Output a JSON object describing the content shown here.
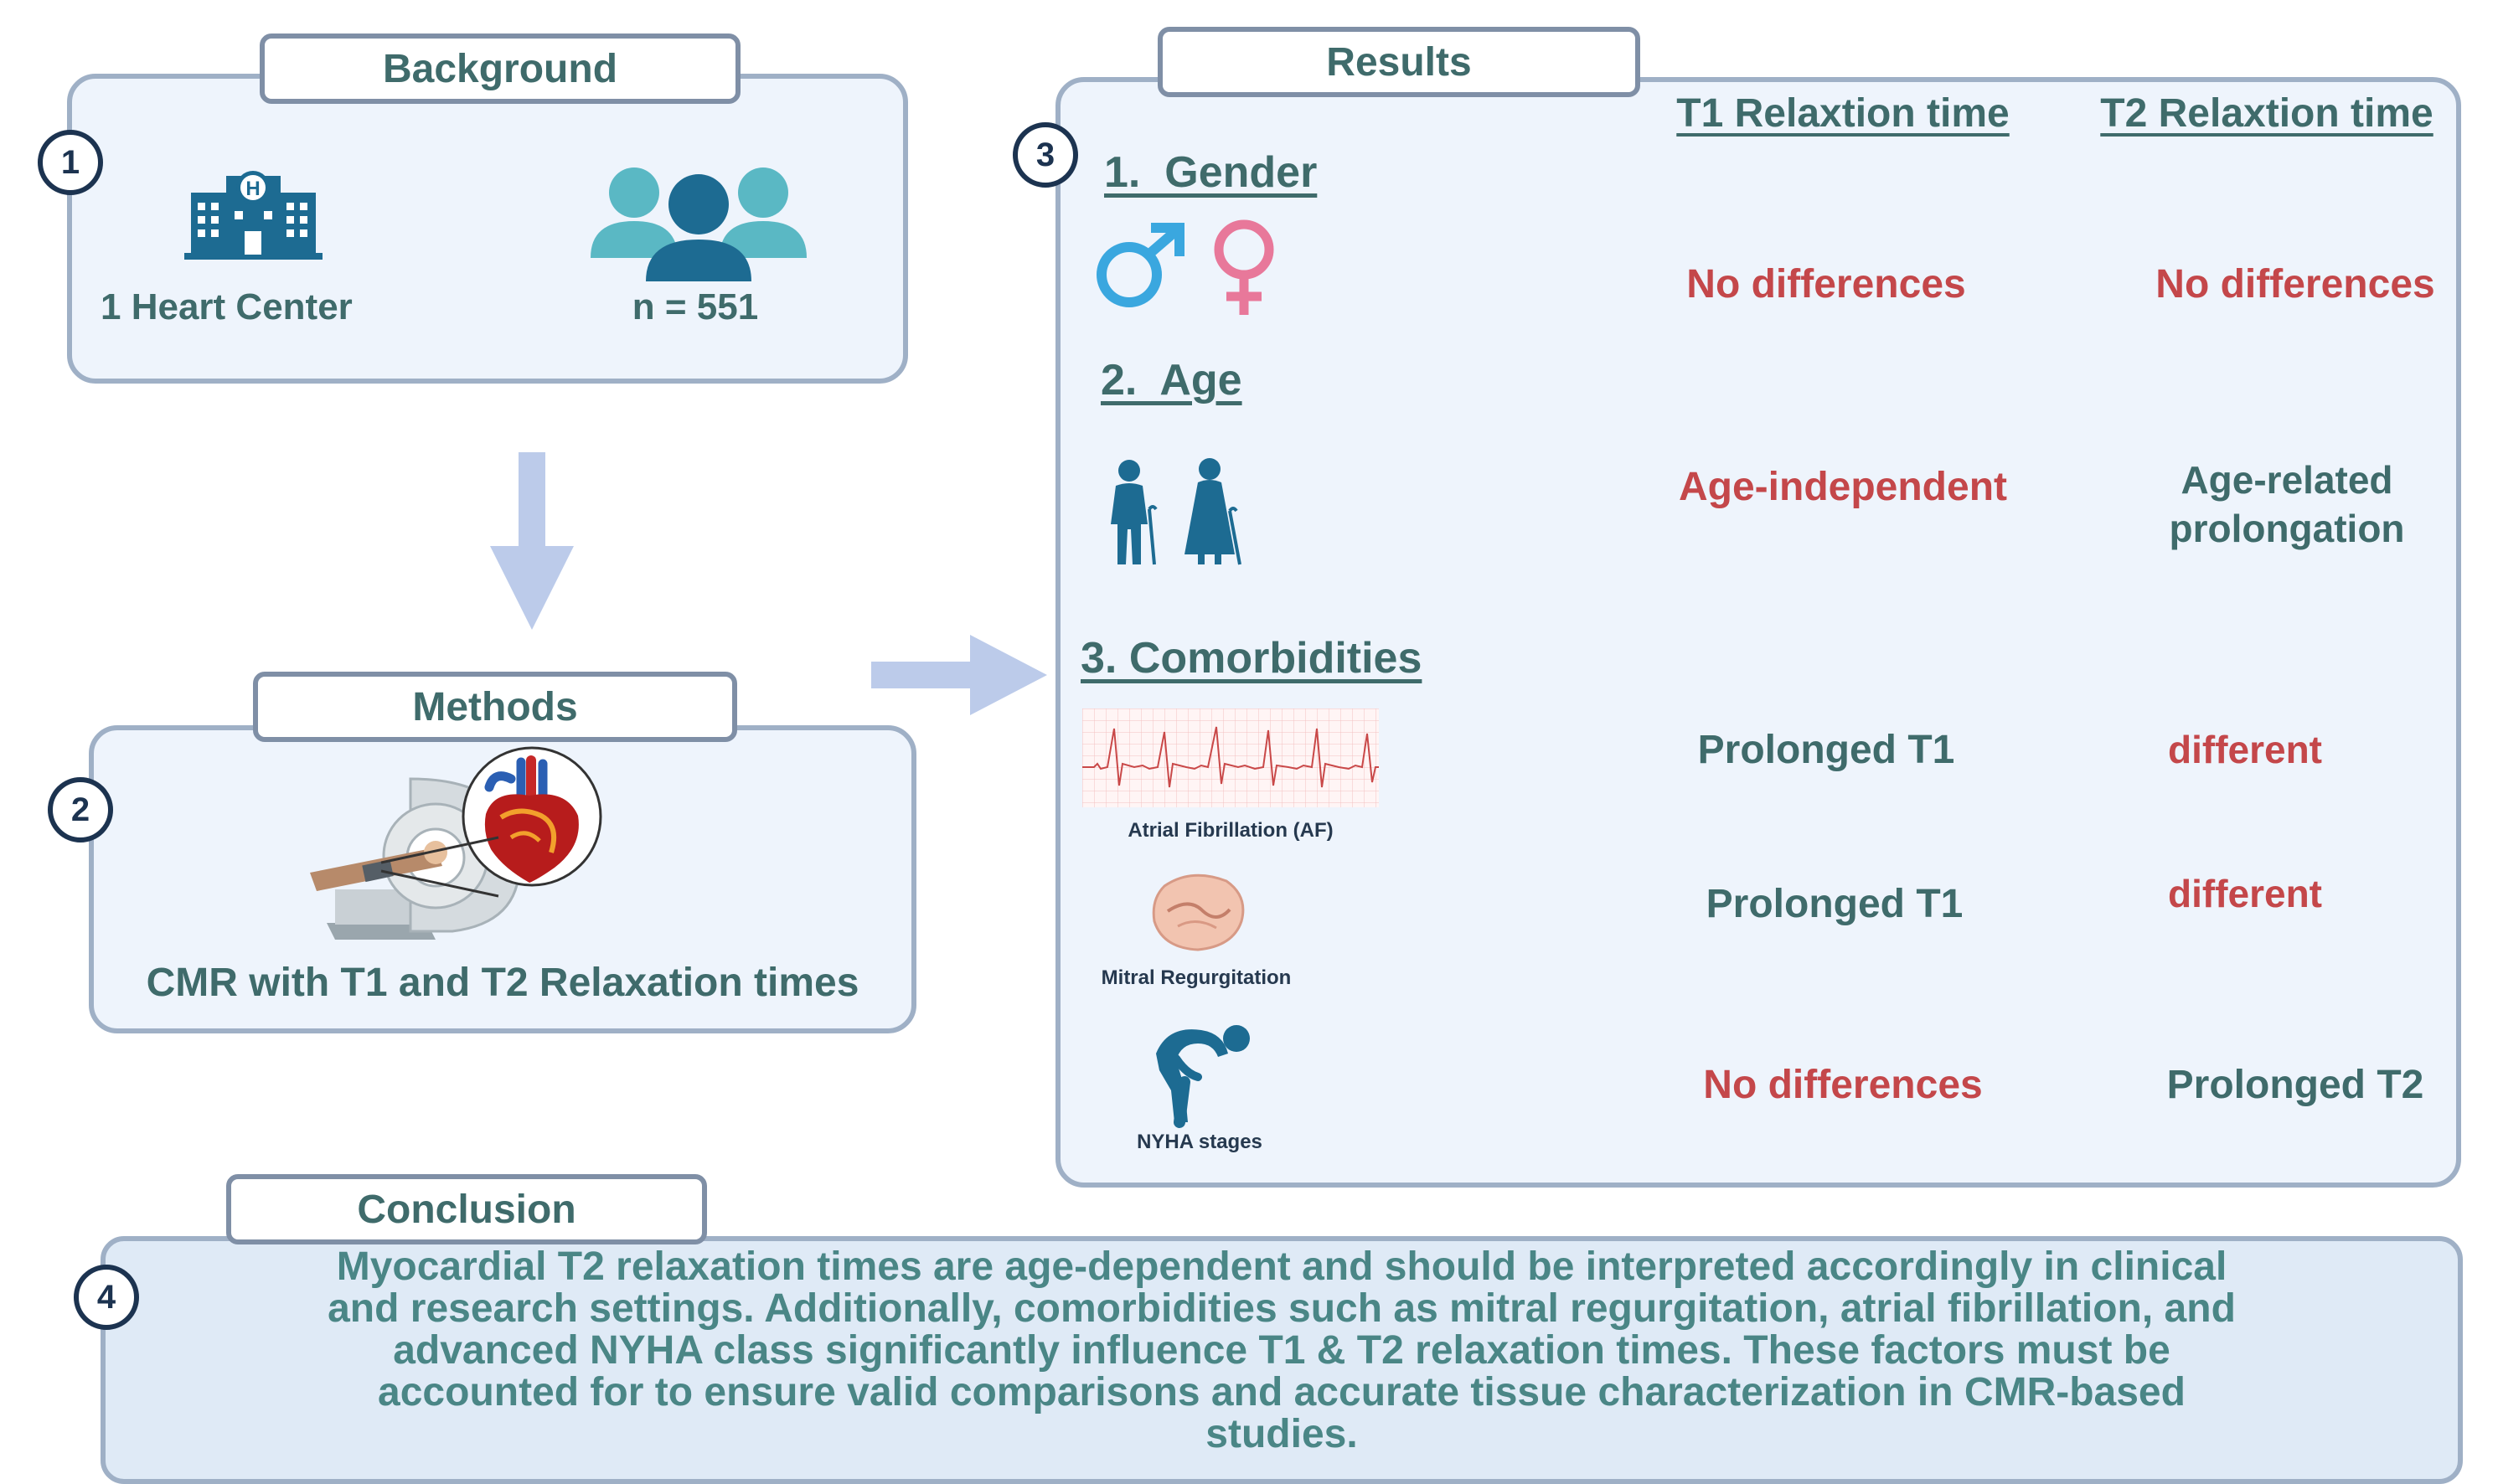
{
  "background": {
    "title": "Background",
    "number": "1",
    "center_label": "1 Heart Center",
    "n_label": "n = 551"
  },
  "methods": {
    "title": "Methods",
    "number": "2",
    "caption": "CMR with T1 and T2 Relaxation times"
  },
  "results": {
    "title": "Results",
    "number": "3",
    "col_t1": "T1 Relaxtion time",
    "col_t2": "T2 Relaxtion time",
    "gender": {
      "heading": "1.  Gender",
      "t1": "No differences",
      "t2": "No differences"
    },
    "age": {
      "heading": "2.  Age",
      "t1": "Age-independent",
      "t2_line1": "Age-related",
      "t2_line2": "prolongation"
    },
    "comorbidities": {
      "heading": "3. Comorbidities",
      "af": {
        "label": "Atrial Fibrillation (AF)",
        "t1": "Prolonged T1",
        "t2": "different"
      },
      "mr": {
        "label": "Mitral Regurgitation",
        "t1": "Prolonged T1",
        "t2": "different"
      },
      "nyha": {
        "label": "NYHA stages",
        "t1": "No differences",
        "t2": "Prolonged T2"
      }
    }
  },
  "conclusion": {
    "title": "Conclusion",
    "number": "4",
    "lines": [
      "Myocardial T2 relaxation times are age-dependent and should be interpreted accordingly in clinical",
      "and research settings. Additionally, comorbidities such as mitral regurgitation, atrial fibrillation, and",
      "advanced NYHA class significantly influence T1 & T2 relaxation times. These factors must be",
      "accounted for to ensure valid comparisons and accurate tissue characterization in CMR-based",
      "studies."
    ]
  },
  "colors": {
    "teal_text": "#3f6b6b",
    "red_text": "#c4474a",
    "icon_dark_blue": "#1d6b92",
    "icon_light_teal": "#5ab8c4",
    "male_blue": "#3aa7df",
    "female_pink": "#e8789a",
    "arrow": "#bccbea"
  },
  "icons": [
    "hospital-icon",
    "people-group-icon",
    "mri-scanner-icon",
    "heart-icon",
    "male-symbol-icon",
    "female-symbol-icon",
    "elderly-man-icon",
    "elderly-woman-icon",
    "ecg-strip-icon",
    "mitral-valve-icon",
    "fatigued-person-icon"
  ]
}
